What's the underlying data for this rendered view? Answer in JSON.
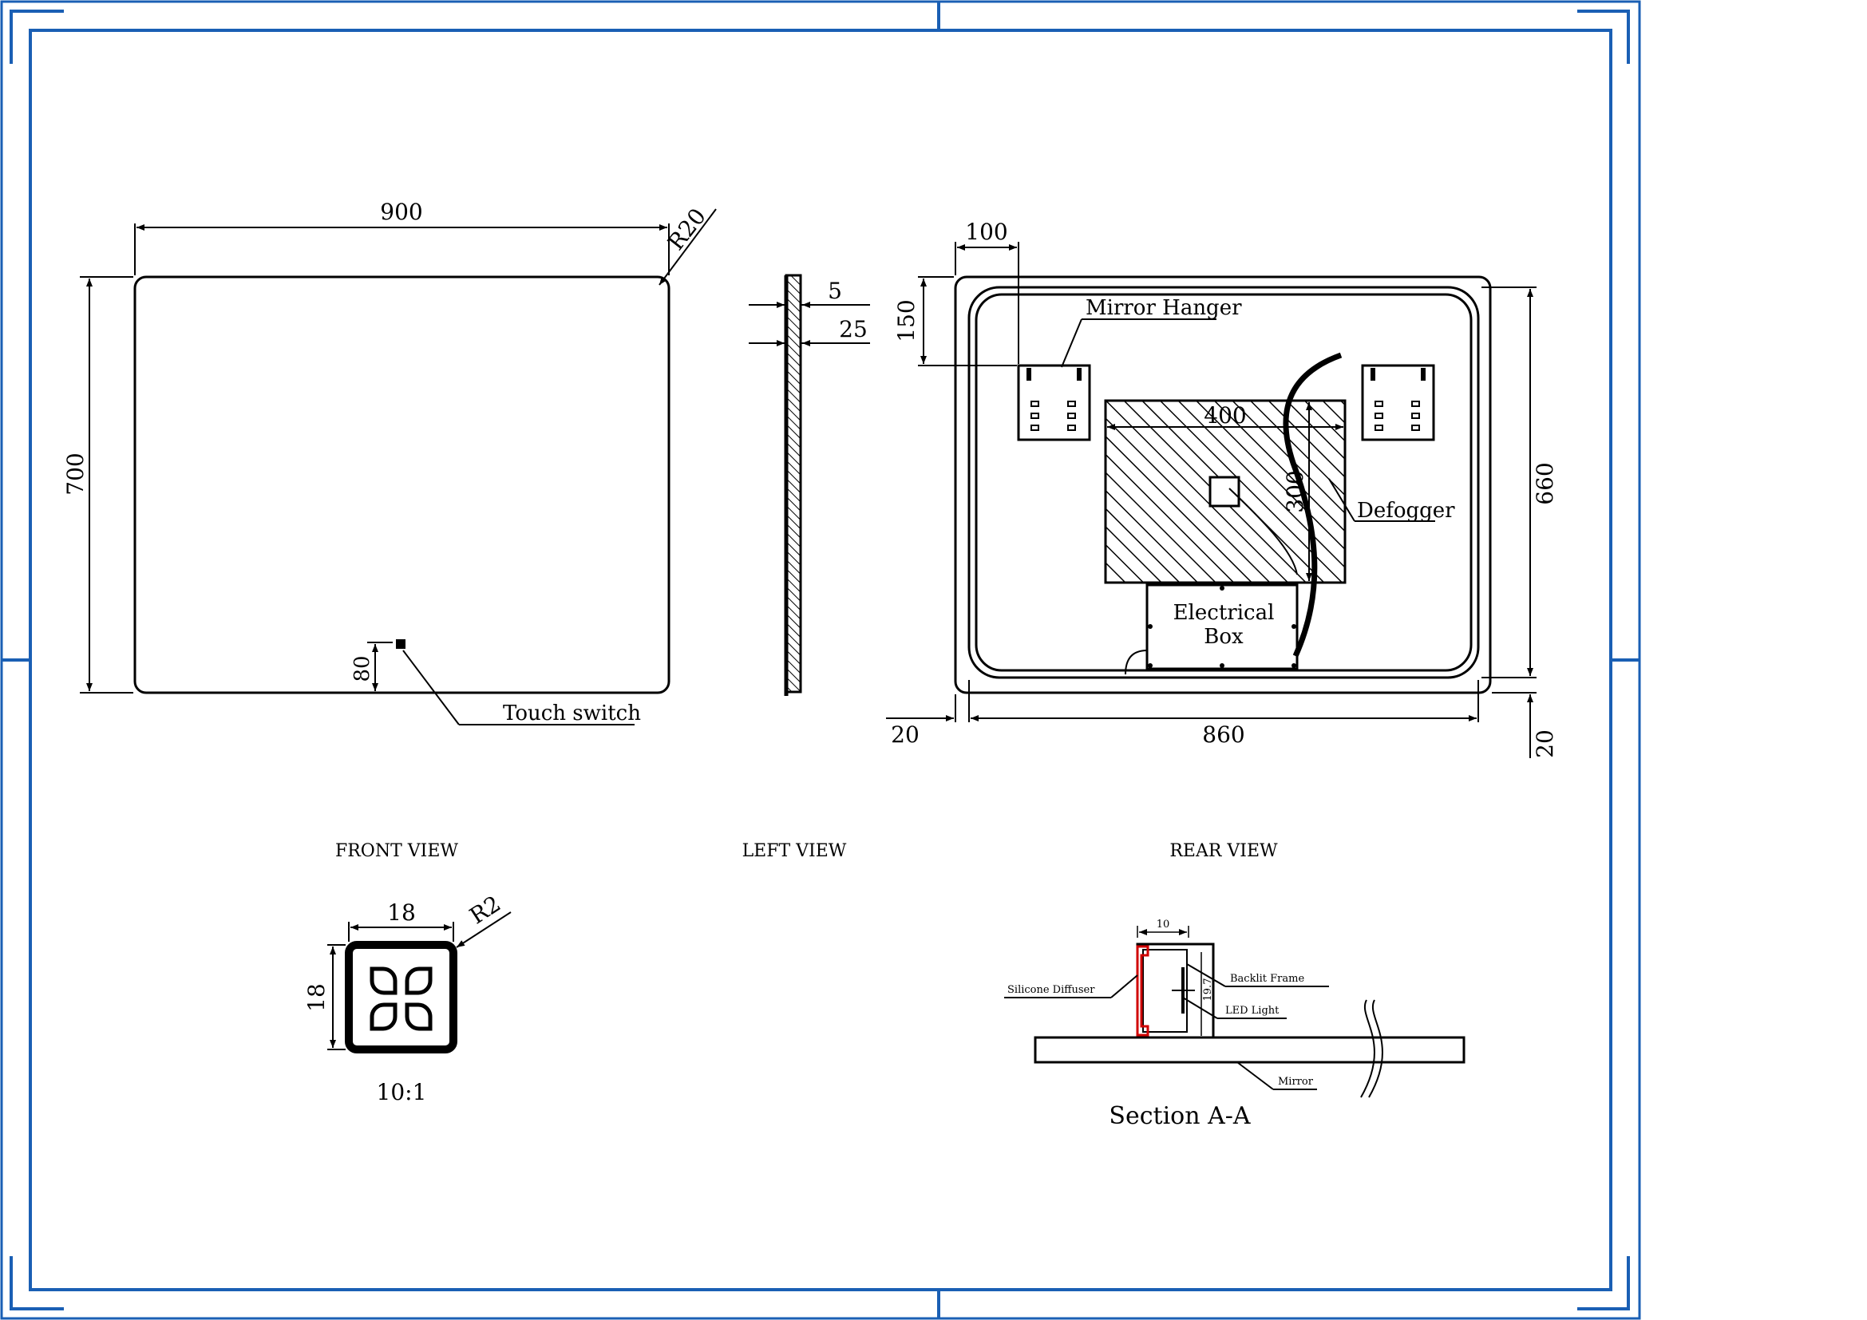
{
  "colors": {
    "frame": "#1a5fb4",
    "ink": "#000000",
    "accent": "#d00000"
  },
  "front_view": {
    "width": "900",
    "height": "700",
    "radius": "R20",
    "switch_offset": "80",
    "touch_switch_label": "Touch switch",
    "title": "FRONT VIEW"
  },
  "left_view": {
    "thickness_a": "5",
    "thickness_b": "25",
    "title": "LEFT VIEW"
  },
  "rear_view": {
    "hanger_offset_x": "100",
    "hanger_offset_y": "150",
    "mirror_hanger_label": "Mirror Hanger",
    "defogger_width": "400",
    "defogger_height": "300",
    "defogger_label": "Defogger",
    "electrical_box_label_1": "Electrical",
    "electrical_box_label_2": "Box",
    "inner_height": "660",
    "inner_width": "860",
    "margin_left": "20",
    "margin_bottom": "20",
    "title": "REAR VIEW"
  },
  "switch_detail": {
    "width": "18",
    "height": "18",
    "radius": "R2",
    "scale": "10:1"
  },
  "section": {
    "width_dim": "10",
    "height_dim": "19.7",
    "silicone_diffuser_label": "Silicone Diffuser",
    "backlit_frame_label": "Backlit Frame",
    "led_light_label": "LED Light",
    "mirror_label": "Mirror",
    "title": "Section A-A"
  }
}
